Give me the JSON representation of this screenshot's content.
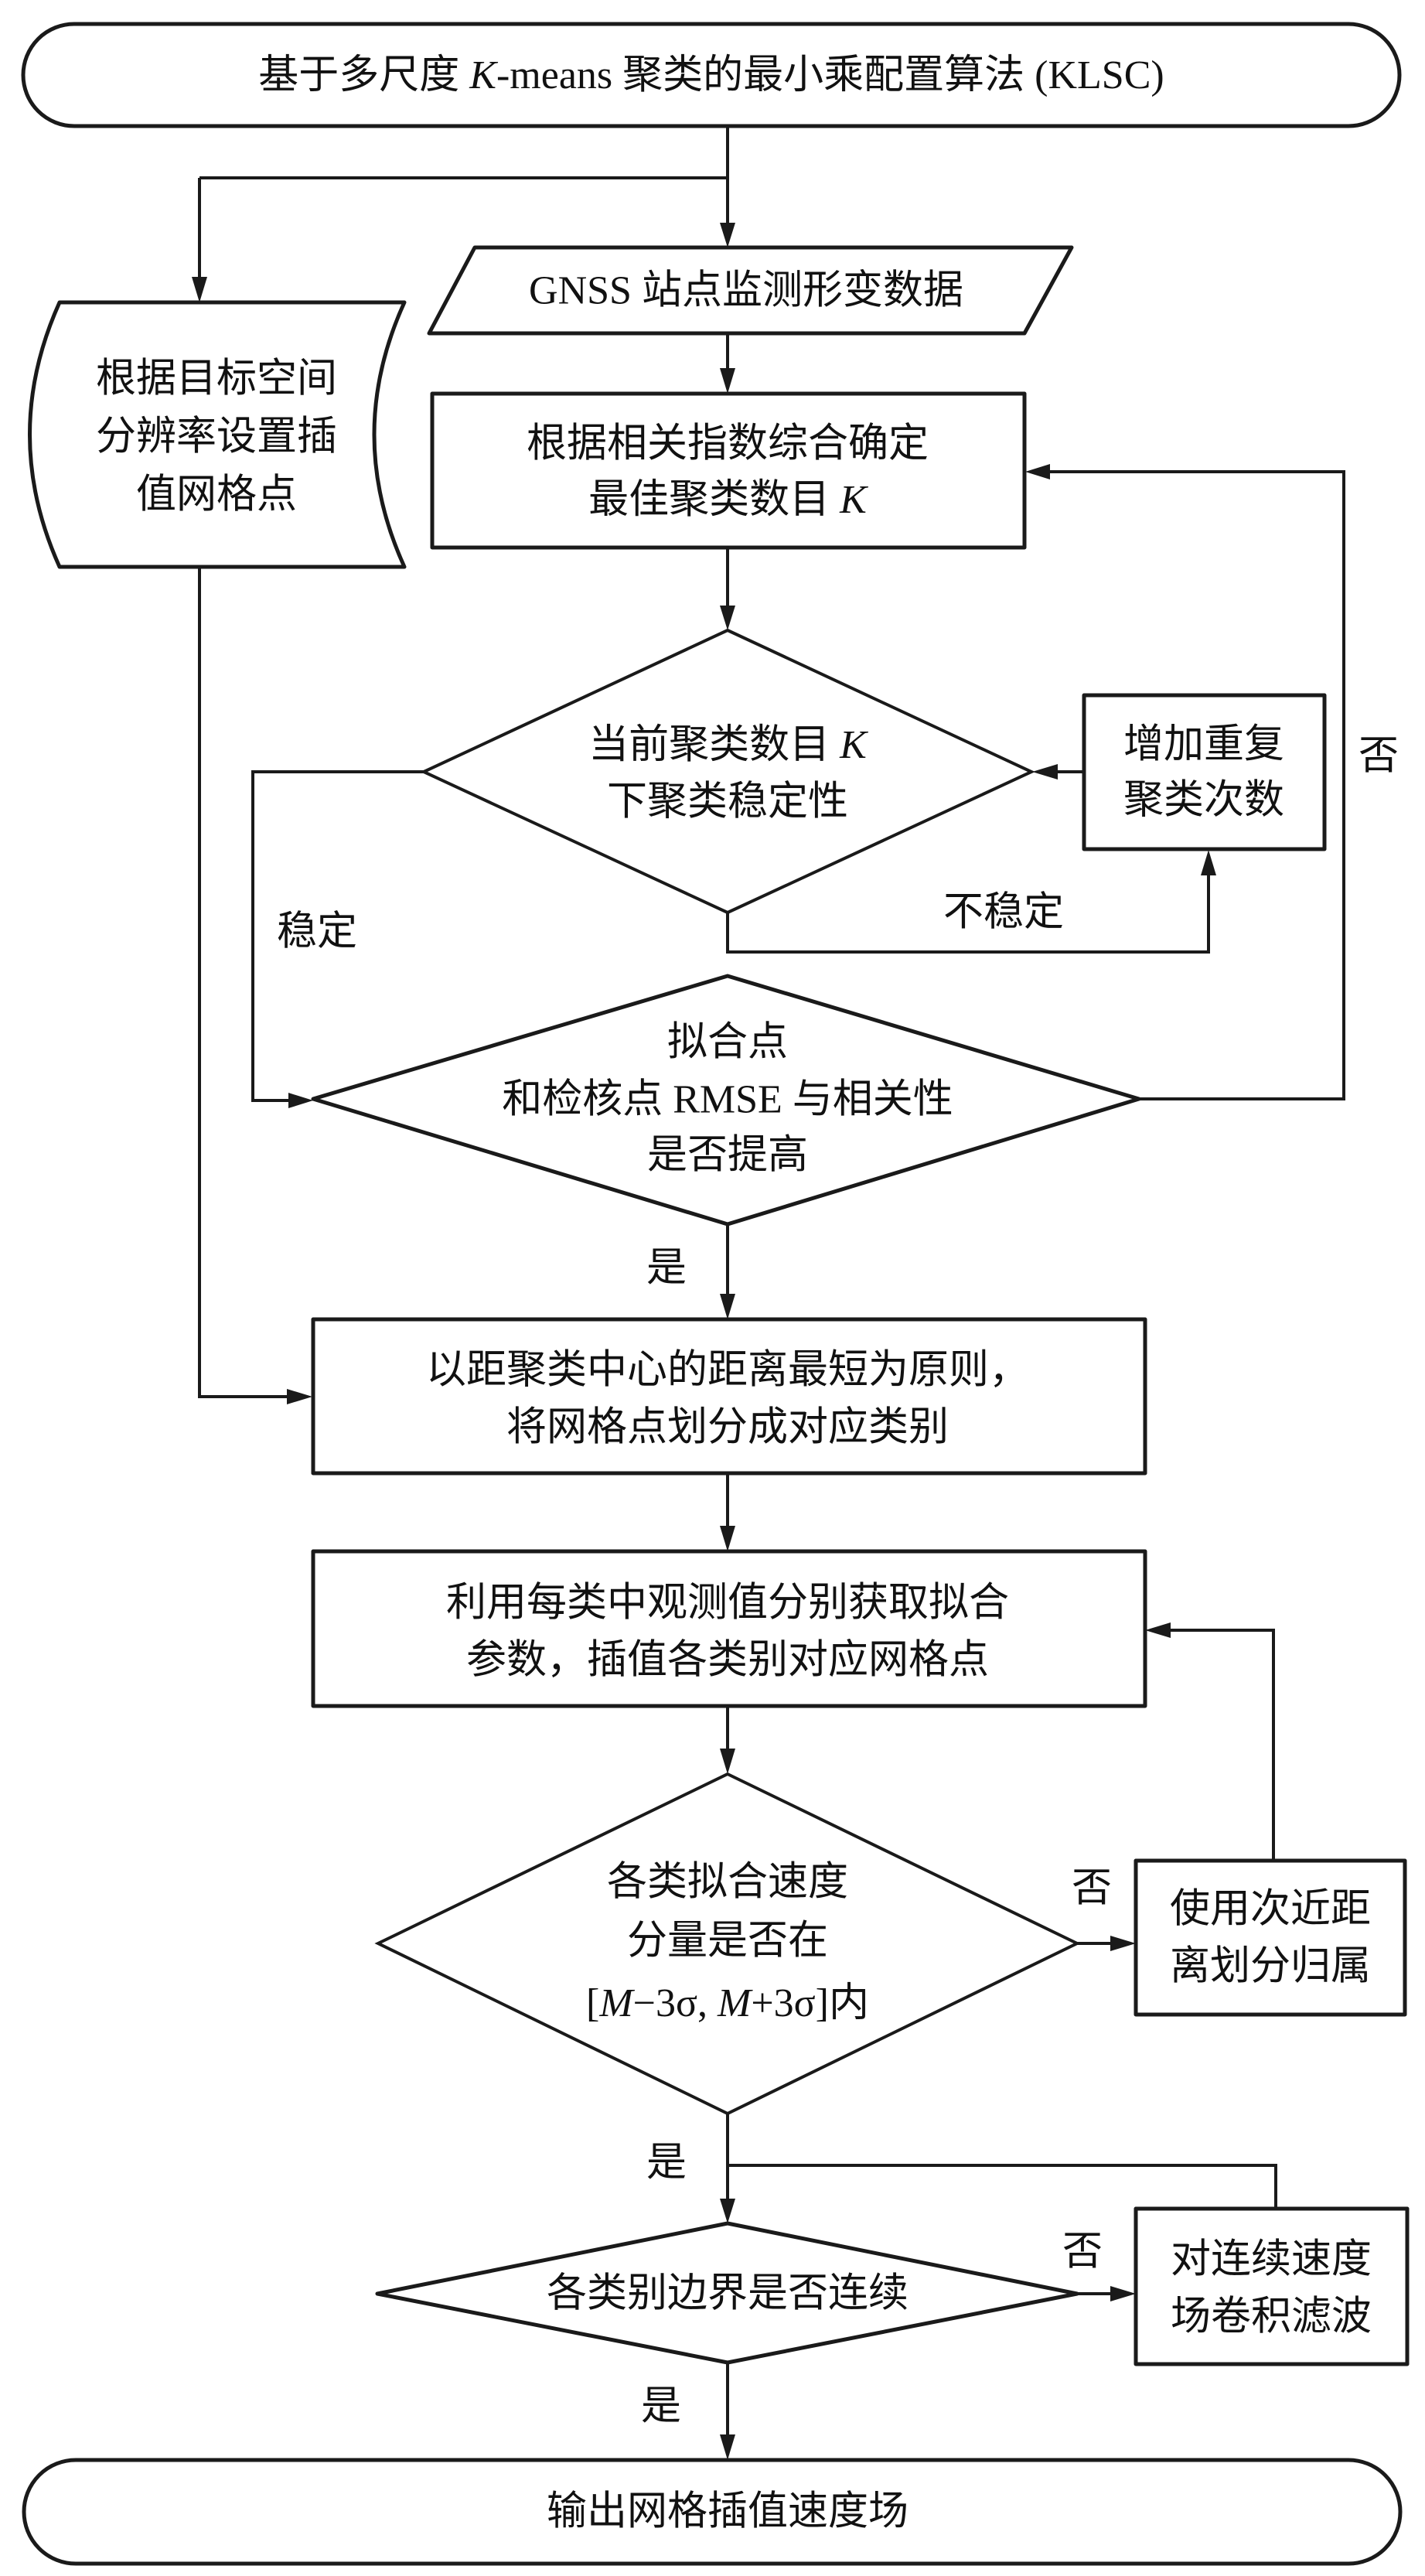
{
  "diagram": {
    "title": "基于多尺度 K-means 聚类的最小乘配置算法 (KLSC)",
    "nodes": {
      "start": {
        "text_prefix": "基于多尺度 ",
        "text_italic": "K",
        "text_suffix": "-means 聚类的最小乘配置算法 (KLSC)"
      },
      "grid_setup": {
        "lines": [
          "根据目标空间",
          "分辨率设置插",
          "值网格点"
        ]
      },
      "gnss_input": {
        "text": "GNSS 站点监测形变数据"
      },
      "determine_k": {
        "line1": "根据相关指数综合确定",
        "line2_prefix": "最佳聚类数目 ",
        "line2_italic": "K"
      },
      "stability_check": {
        "line1_prefix": "当前聚类数目 ",
        "line1_italic": "K",
        "line2": "下聚类稳定性"
      },
      "increase_repeats": {
        "lines": [
          "增加重复",
          "聚类次数"
        ]
      },
      "rmse_check": {
        "lines": [
          "拟合点",
          "和检核点 RMSE 与相关性",
          "是否提高"
        ]
      },
      "assign_grid": {
        "lines": [
          "以距聚类中心的距离最短为原则，",
          "将网格点划分成对应类别"
        ]
      },
      "fit_interpolate": {
        "lines": [
          "利用每类中观测值分别获取拟合",
          "参数，插值各类别对应网格点"
        ]
      },
      "range_check": {
        "line1": "各类拟合速度",
        "line2": "分量是否在",
        "line3_parts": [
          "[",
          "M",
          "−3σ, ",
          "M",
          "+3σ]内"
        ]
      },
      "reassign": {
        "lines": [
          "使用次近距",
          "离划分归属"
        ]
      },
      "boundary_check": {
        "text": "各类别边界是否连续"
      },
      "filter": {
        "lines": [
          "对连续速度",
          "场卷积滤波"
        ]
      },
      "end": {
        "text": "输出网格插值速度场"
      }
    },
    "edge_labels": {
      "stable": "稳定",
      "unstable": "不稳定",
      "rmse_no": "否",
      "rmse_yes": "是",
      "range_no": "否",
      "range_yes": "是",
      "boundary_no": "否",
      "boundary_yes": "是"
    }
  }
}
